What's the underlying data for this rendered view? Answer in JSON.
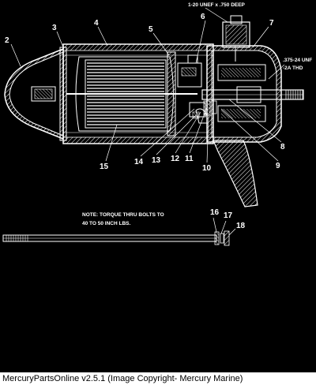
{
  "caption": "MercuryPartsOnline v2.5.1 (Image Copyright- Mercury Marine)",
  "annotations": {
    "thread_top_line1": "1-20 UNEF x .750 DEEP",
    "thread_right_line1": ".375-24 UNF",
    "thread_right_line2": "-2A THD",
    "torque_note_line1": "NOTE: TORQUE THRU BOLTS TO",
    "torque_note_line2": "40 TO 50 INCH LBS."
  },
  "callouts": [
    {
      "id": "c2",
      "text": "2"
    },
    {
      "id": "c3",
      "text": "3"
    },
    {
      "id": "c4",
      "text": "4"
    },
    {
      "id": "c5",
      "text": "5"
    },
    {
      "id": "c6",
      "text": "6"
    },
    {
      "id": "c7",
      "text": "7"
    },
    {
      "id": "c8",
      "text": "8"
    },
    {
      "id": "c9",
      "text": "9"
    },
    {
      "id": "c10",
      "text": "10"
    },
    {
      "id": "c11",
      "text": "11"
    },
    {
      "id": "c12",
      "text": "12"
    },
    {
      "id": "c13",
      "text": "13"
    },
    {
      "id": "c14",
      "text": "14"
    },
    {
      "id": "c15",
      "text": "15"
    },
    {
      "id": "c16",
      "text": "16"
    },
    {
      "id": "c17",
      "text": "17"
    },
    {
      "id": "c18",
      "text": "18"
    }
  ]
}
